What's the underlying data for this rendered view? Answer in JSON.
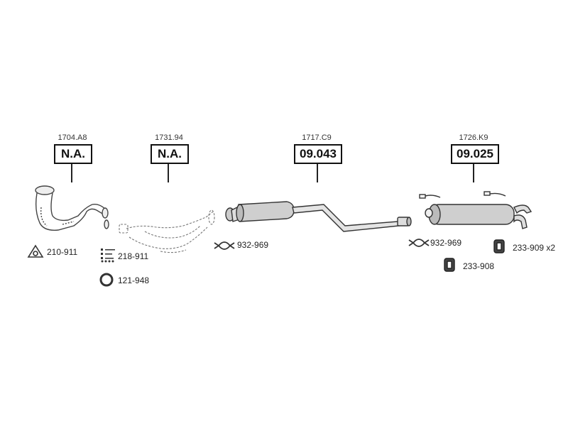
{
  "sections": [
    {
      "ref": "1704.A8",
      "code": "N.A."
    },
    {
      "ref": "1731.94",
      "code": "N.A."
    },
    {
      "ref": "1717.C9",
      "code": "09.043"
    },
    {
      "ref": "1726.K9",
      "code": "09.025"
    }
  ],
  "parts": [
    {
      "label": "210-911",
      "icon": "triangle-gasket-icon"
    },
    {
      "label": "218-911",
      "icon": "bolt-kit-icon"
    },
    {
      "label": "121-948",
      "icon": "ring-gasket-icon"
    },
    {
      "label": "932-969",
      "icon": "clamp-icon"
    },
    {
      "label": "932-969",
      "icon": "clamp-icon"
    },
    {
      "label": "233-909 x2",
      "icon": "rubber-mount-icon"
    },
    {
      "label": "233-908",
      "icon": "rubber-mount-icon"
    }
  ]
}
